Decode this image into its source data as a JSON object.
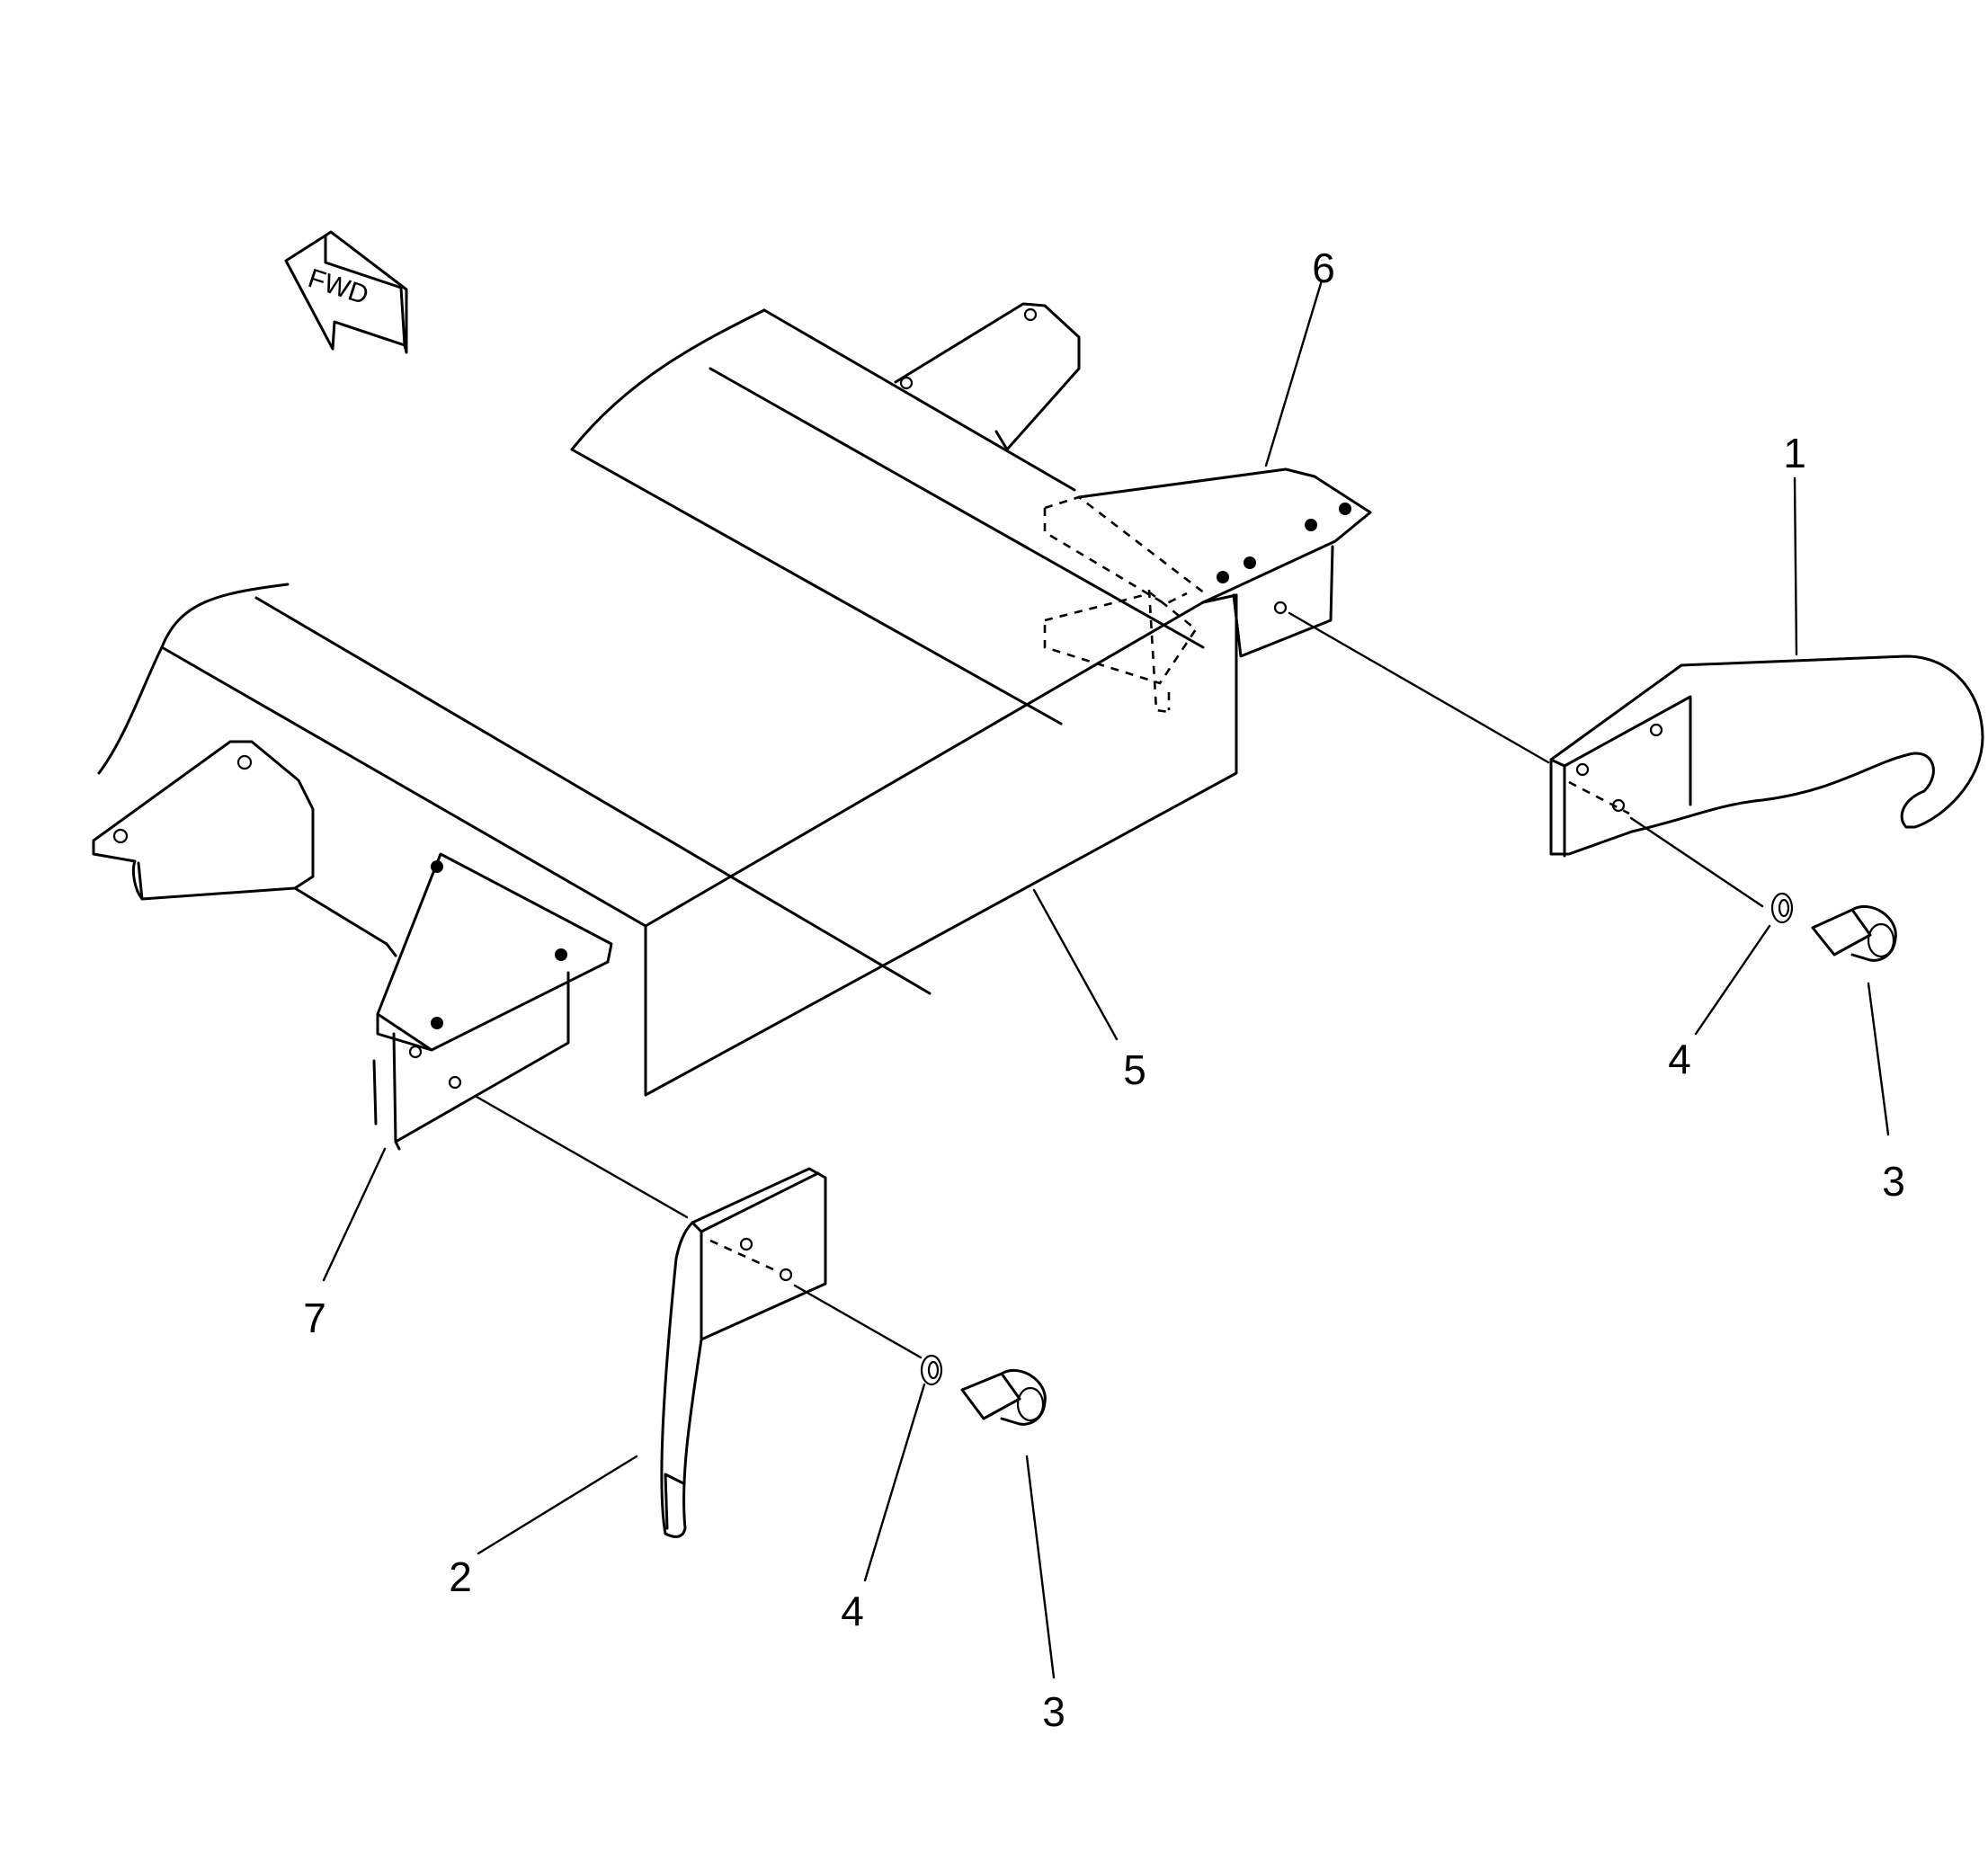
{
  "fwd_label": "FWD",
  "callouts": {
    "c1": "1",
    "c2": "2",
    "c3a": "3",
    "c3b": "3",
    "c4a": "4",
    "c4b": "4",
    "c5": "5",
    "c6": "6",
    "c7": "7"
  },
  "icons": {
    "fwd": "fwd-arrow-icon"
  }
}
